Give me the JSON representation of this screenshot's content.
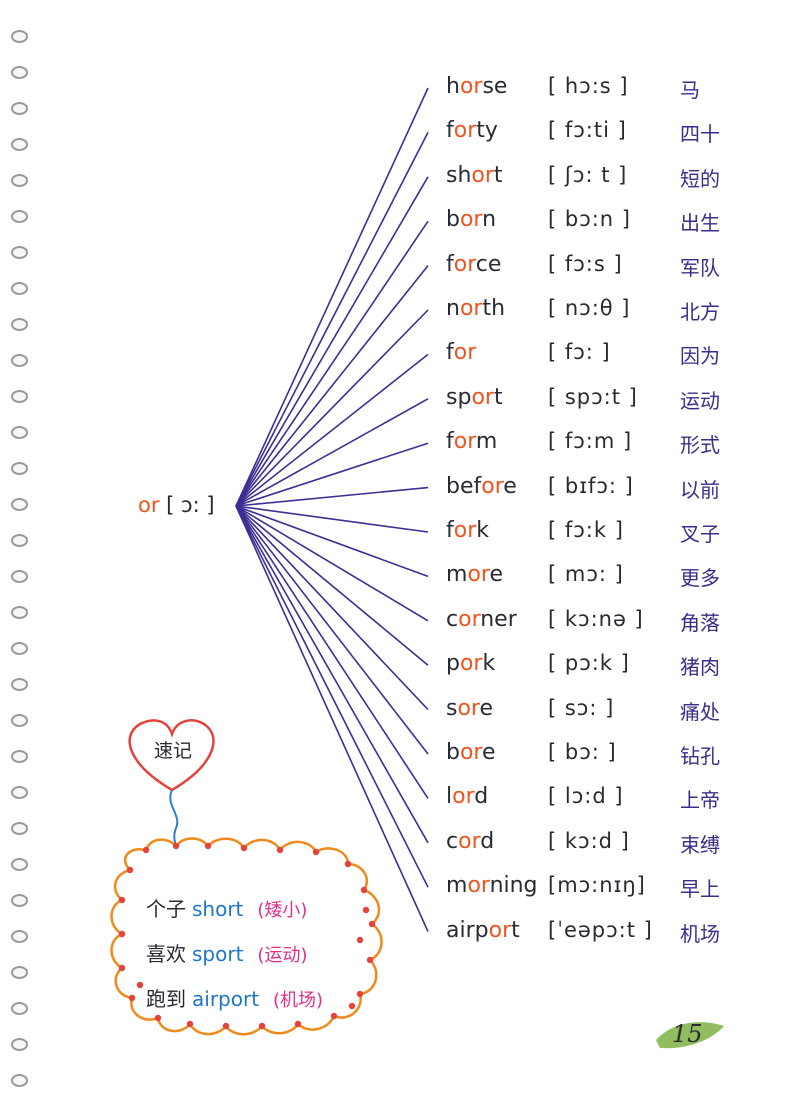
{
  "hub": {
    "spelling": "or",
    "ipa": "[ ɔ: ]"
  },
  "words": [
    {
      "pre": "h",
      "hl": "or",
      "post": "se",
      "ipa": "[ hɔ:s ]",
      "cn": "马"
    },
    {
      "pre": "f",
      "hl": "or",
      "post": "ty",
      "ipa": "[ fɔ:ti ]",
      "cn": "四十"
    },
    {
      "pre": "sh",
      "hl": "or",
      "post": "t",
      "ipa": "[ ʃɔ: t ]",
      "cn": "短的"
    },
    {
      "pre": "b",
      "hl": "or",
      "post": "n",
      "ipa": "[ bɔ:n ]",
      "cn": "出生"
    },
    {
      "pre": "f",
      "hl": "or",
      "post": "ce",
      "ipa": "[ fɔ:s ]",
      "cn": "军队"
    },
    {
      "pre": "n",
      "hl": "or",
      "post": "th",
      "ipa": "[ nɔ:θ ]",
      "cn": "北方"
    },
    {
      "pre": "f",
      "hl": "or",
      "post": "",
      "ipa": "[ fɔ: ]",
      "cn": "因为"
    },
    {
      "pre": "sp",
      "hl": "or",
      "post": "t",
      "ipa": "[ spɔ:t ]",
      "cn": "运动"
    },
    {
      "pre": "f",
      "hl": "or",
      "post": "m",
      "ipa": "[ fɔ:m ]",
      "cn": "形式"
    },
    {
      "pre": "bef",
      "hl": "or",
      "post": "e",
      "ipa": "[ bɪfɔ: ]",
      "cn": "以前"
    },
    {
      "pre": "f",
      "hl": "or",
      "post": "k",
      "ipa": "[ fɔ:k ]",
      "cn": "叉子"
    },
    {
      "pre": "m",
      "hl": "or",
      "post": "e",
      "ipa": "[ mɔ: ]",
      "cn": "更多"
    },
    {
      "pre": "c",
      "hl": "or",
      "post": "ner",
      "ipa": "[ kɔ:nə ]",
      "cn": "角落"
    },
    {
      "pre": "p",
      "hl": "or",
      "post": "k",
      "ipa": "[ pɔ:k ]",
      "cn": "猪肉"
    },
    {
      "pre": "s",
      "hl": "or",
      "post": "e",
      "ipa": "[ sɔ: ]",
      "cn": "痛处"
    },
    {
      "pre": "b",
      "hl": "or",
      "post": "e",
      "ipa": "[ bɔ: ]",
      "cn": "钻孔"
    },
    {
      "pre": "l",
      "hl": "or",
      "post": "d",
      "ipa": "[ lɔ:d ]",
      "cn": "上帝"
    },
    {
      "pre": "c",
      "hl": "or",
      "post": "d",
      "ipa": "[ kɔ:d ]",
      "cn": "束缚"
    },
    {
      "pre": "m",
      "hl": "or",
      "post": "ning",
      "ipa": "[mɔ:nɪŋ]",
      "cn": "早上"
    },
    {
      "pre": "airp",
      "hl": "or",
      "post": "t",
      "ipa": "[ˈeəpɔ:t ]",
      "cn": "机场"
    }
  ],
  "memo": {
    "heart_label": "速记",
    "lines": [
      {
        "cn": "个子",
        "en": "short",
        "note": "(矮小)"
      },
      {
        "cn": "喜欢",
        "en": "sport",
        "note": "(运动)"
      },
      {
        "cn": "跑到",
        "en": "airport",
        "note": "(机场)"
      }
    ]
  },
  "page_number": "15",
  "colors": {
    "highlight": "#f0541f",
    "lines": "#3b2f94",
    "chinese": "#3a2e8c",
    "memo_english": "#1f76c9",
    "memo_note": "#e0308a",
    "cloud_outline": "#f08a1c",
    "heart_outline": "#e4433a"
  }
}
